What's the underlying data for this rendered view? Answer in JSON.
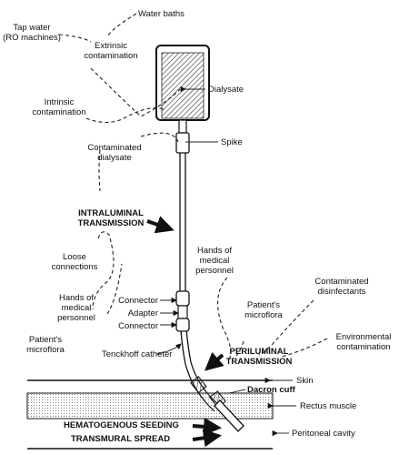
{
  "labels": {
    "water_baths": "Water baths",
    "tap_water_1": "Tap water",
    "tap_water_2": "(RO machines)",
    "extrinsic_1": "Extrinsic",
    "extrinsic_2": "contamination",
    "intrinsic_1": "Intrinsic",
    "intrinsic_2": "contamination",
    "dialysate": "Dialysate",
    "contaminated_dialysate_1": "Contaminated",
    "contaminated_dialysate_2": "dialysate",
    "spike": "Spike",
    "intraluminal_1": "INTRALUMINAL",
    "intraluminal_2": "TRANSMISSION",
    "loose_connections_1": "Loose",
    "loose_connections_2": "connections",
    "hands_medical_right_1": "Hands of",
    "hands_medical_right_2": "medical",
    "hands_medical_right_3": "personnel",
    "contaminated_disinfectants_1": "Contaminated",
    "contaminated_disinfectants_2": "disinfectants",
    "hands_medical_left_1": "Hands of",
    "hands_medical_left_2": "medical",
    "hands_medical_left_3": "personnel",
    "connector_top": "Connector",
    "adapter": "Adapter",
    "connector_bottom": "Connector",
    "patients_microflora_right_1": "Patient's",
    "patients_microflora_right_2": "microflora",
    "patients_microflora_left_1": "Patient's",
    "patients_microflora_left_2": "microflora",
    "environmental_1": "Environmental",
    "environmental_2": "contamination",
    "tenckhoff": "Tenckhoff catheter",
    "periluminal_1": "PERILUMINAL",
    "periluminal_2": "TRANSMISSION",
    "skin": "Skin",
    "dacron_cuff": "Dacron cuff",
    "rectus_muscle": "Rectus muscle",
    "hematogenous": "HEMATOGENOUS SEEDING",
    "transmural": "TRANSMURAL SPREAD",
    "peritoneal_cavity": "Peritoneal cavity"
  }
}
